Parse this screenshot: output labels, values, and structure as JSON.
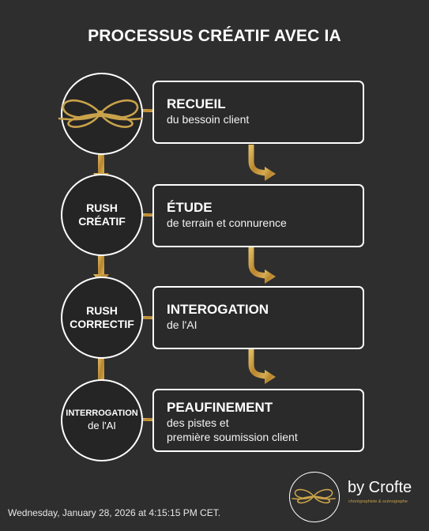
{
  "title": "PROCESSUS CRÉATIF AVEC IA",
  "colors": {
    "background": "#2e2e2e",
    "accent": "#c9a24a",
    "text": "#ffffff"
  },
  "steps": [
    {
      "circle_icon": "knot-logo-icon",
      "circle_lines": [],
      "box_title": "RECUEIL",
      "box_lines": [
        "du bessoin client"
      ]
    },
    {
      "circle_lines": [
        "RUSH",
        "CRÉATIF"
      ],
      "box_title": "ÉTUDE",
      "box_lines": [
        "de terrain et connurence"
      ]
    },
    {
      "circle_lines": [
        "RUSH",
        "CORRECTIF"
      ],
      "box_title": "INTEROGATION",
      "box_lines": [
        "de l'AI"
      ]
    },
    {
      "circle_lines": [
        "INTERROGATION",
        "de l'AI"
      ],
      "box_title": "PEAUFINEMENT",
      "box_lines": [
        "des pistes et",
        "première soumission client"
      ]
    }
  ],
  "footer": {
    "datetime": "Wednesday, January 28, 2026 at 4:15:15 PM CET.",
    "brand_name": "by Crofte",
    "brand_tagline": "chorégraphiste & scénographe",
    "brand_icon": "knot-logo-icon"
  }
}
